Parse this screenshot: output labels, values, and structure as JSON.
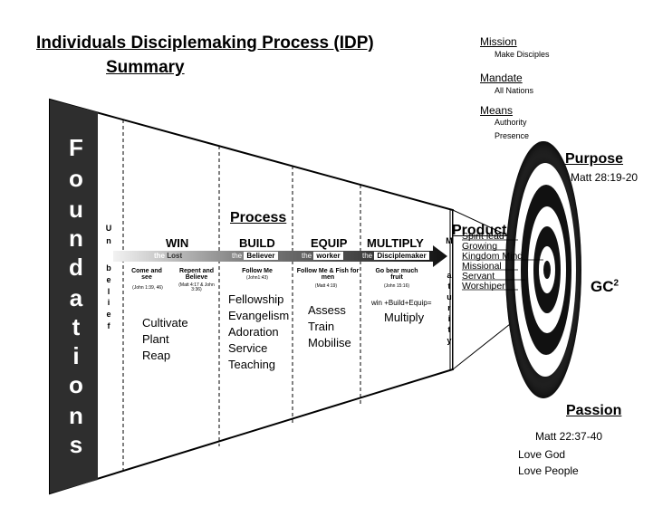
{
  "title": {
    "line1": "Individuals Disciplemaking Process (IDP)",
    "line2": "Summary"
  },
  "foundations": [
    "F",
    "o",
    "u",
    "n",
    "d",
    "a",
    "t",
    "i",
    "o",
    "n",
    "s"
  ],
  "unbelief": [
    "U",
    "n",
    "b",
    "e",
    "l",
    "i",
    "e",
    "f"
  ],
  "maturity": [
    "M",
    "a",
    "t",
    "u",
    "r",
    "i",
    "t",
    "y"
  ],
  "process_heading": "Process",
  "stages": [
    {
      "name": "WIN",
      "bar_prefix": "the",
      "bar_label": "Lost",
      "sub": [
        "Come and see",
        "Repent and Believe"
      ],
      "refs": [
        "(John 1:39, 46)",
        "(Matt 4:17 & John 3:36)"
      ],
      "activities": [
        "Cultivate",
        "Plant",
        "Reap"
      ]
    },
    {
      "name": "BUILD",
      "bar_prefix": "the",
      "bar_label": "Believer",
      "sub": [
        "Follow Me"
      ],
      "refs": [
        "(John1:43)"
      ],
      "activities": [
        "Fellowship",
        "Evangelism",
        "Adoration",
        "Service",
        "Teaching"
      ]
    },
    {
      "name": "EQUIP",
      "bar_prefix": "the",
      "bar_label": "worker",
      "sub": [
        "Follow Me & Fish for men"
      ],
      "refs": [
        "(Matt 4:19)"
      ],
      "activities": [
        "Assess",
        "Train",
        "Mobilise"
      ]
    },
    {
      "name": "MULTIPLY",
      "bar_prefix": "the",
      "bar_label": "Disciplemaker",
      "sub": [
        "Go bear much fruit"
      ],
      "refs": [
        "(John 15:16)"
      ],
      "formula": "win +Build+Equip=",
      "activities": [
        "Multiply"
      ]
    }
  ],
  "right_panel": {
    "mission": {
      "heading": "Mission",
      "items": [
        "Make Disciples"
      ]
    },
    "mandate": {
      "heading": "Mandate",
      "items": [
        "All Nations"
      ]
    },
    "means": {
      "heading": "Means",
      "items": [
        "Authority",
        "Presence"
      ]
    }
  },
  "purpose": {
    "heading": "Purpose",
    "ref": "Matt 28:19-20"
  },
  "product": {
    "heading": "Product",
    "qualities": [
      "Spirit lead",
      "Growing",
      "Kingdom Mind",
      "Missional",
      "Servant",
      "Worshiper"
    ]
  },
  "target_label": {
    "main": "GC",
    "sup": "2"
  },
  "passion": {
    "heading": "Passion",
    "ref": "Matt 22:37-40",
    "items": [
      "Love God",
      "Love People"
    ]
  },
  "colors": {
    "dark_band": "#2e2e2e",
    "target_black": "#111111",
    "arrow": "#222222"
  }
}
